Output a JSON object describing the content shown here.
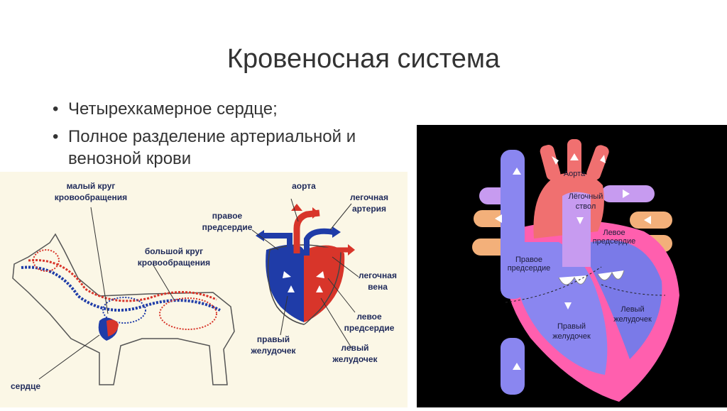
{
  "slide": {
    "title": "Кровеносная система",
    "bullets": [
      "Четырехкамерное сердце;",
      "Полное разделение артериальной и венозной крови"
    ]
  },
  "left_figure": {
    "labels": {
      "small_circle": [
        "малый круг",
        "кровообращения"
      ],
      "big_circle": [
        "большой круг",
        "кровообращения"
      ],
      "heart": "сердце",
      "aorta": "аорта",
      "pulmonary_artery": [
        "легочная",
        "артерия"
      ],
      "right_atrium": [
        "правое",
        "предсердие"
      ],
      "pulmonary_vein": [
        "легочная",
        "вена"
      ],
      "left_atrium": [
        "левое",
        "предсердие"
      ],
      "right_ventricle": [
        "правый",
        "желудочек"
      ],
      "left_ventricle": [
        "левый",
        "желудочек"
      ]
    },
    "colors": {
      "arterial": "#d8352a",
      "venous": "#1f3ca8"
    }
  },
  "right_figure": {
    "labels": {
      "aorta": "Аорта",
      "pulmonary_trunk": [
        "Лёгочный",
        "ствол"
      ],
      "left_atrium": [
        "Левое",
        "предсердие"
      ],
      "right_atrium": [
        "Правое",
        "предсердие"
      ],
      "left_ventricle": [
        "Левый",
        "желудочек"
      ],
      "right_ventricle": [
        "Правый",
        "желудочек"
      ]
    },
    "colors": {
      "aorta": "#f07070",
      "pulmonary": "#b98ae8",
      "vena": "#8a86f0",
      "myocardium": "#ff5fae",
      "veins": "#f3b07a"
    }
  }
}
